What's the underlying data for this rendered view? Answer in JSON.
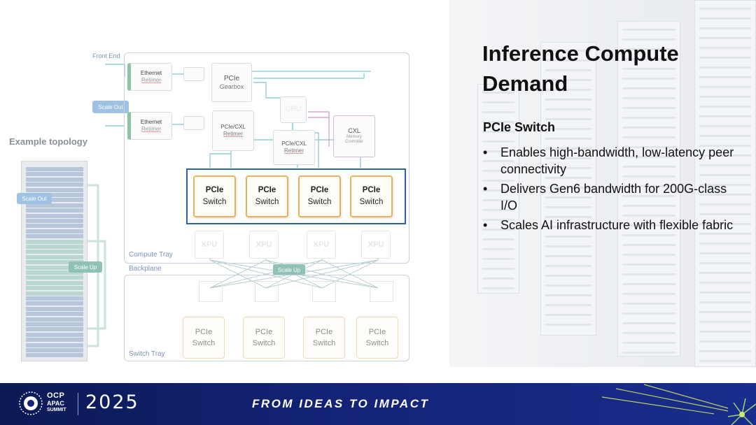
{
  "slide": {
    "title_line1": "Inference Compute",
    "title_line2": "Demand",
    "section_heading": "PCIe Switch",
    "bullet_glyph": "•",
    "bullets": [
      "Enables high-bandwidth, low-latency peer connectivity",
      "Delivers Gen6 bandwidth for 200G-class I/O",
      "Scales AI infrastructure with flexible fabric"
    ]
  },
  "diagram": {
    "front_end": "Front End",
    "scale_out": "Scale Out",
    "example_topology": "Example topology",
    "ethernet_retimer_1": {
      "line1": "Ethernet",
      "line2": "Retimer"
    },
    "ethernet_retimer_2": {
      "line1": "Ethernet",
      "line2": "Retimer"
    },
    "pcie_gearbox": {
      "line1": "PCIe",
      "line2": "Gearbox"
    },
    "cpu": "CPU",
    "pcie_cxl_retimer_1": {
      "line1": "PCIe/CXL",
      "line2": "Retimer"
    },
    "pcie_cxl_retimer_2": {
      "line1": "PCIe/CXL",
      "line2": "Retimer"
    },
    "cxl_memory_controller": {
      "line1": "CXL",
      "line2": "Memory",
      "line3": "Controller"
    },
    "highlighted_switches": [
      {
        "line1": "PCIe",
        "line2": "Switch"
      },
      {
        "line1": "PCIe",
        "line2": "Switch"
      },
      {
        "line1": "PCIe",
        "line2": "Switch"
      },
      {
        "line1": "PCIe",
        "line2": "Switch"
      }
    ],
    "xpu_label": "XPU",
    "compute_tray": "Compute Tray",
    "backplane": "Backplane",
    "scale_up": "Scale Up",
    "rack_scale_out": "Scale Out",
    "rack_scale_up": "Scale Up",
    "lower_switches": [
      {
        "line1": "PCIe",
        "line2": "Switch"
      },
      {
        "line1": "PCIe",
        "line2": "Switch"
      },
      {
        "line1": "PCIe",
        "line2": "Switch"
      },
      {
        "line1": "PCIe",
        "line2": "Switch"
      }
    ],
    "switch_tray": "Switch Tray"
  },
  "footer": {
    "logo_line1": "OCP",
    "logo_line2": "APAC",
    "logo_line3": "SUMMIT",
    "year": "2025",
    "tagline": "FROM IDEAS TO IMPACT"
  },
  "colors": {
    "footer_bg": "#14247a",
    "highlight_border": "#2e62a6",
    "switch_border": "#e8b05a",
    "link_teal": "#72c6cf",
    "tag_blue": "#9fc2e3"
  }
}
